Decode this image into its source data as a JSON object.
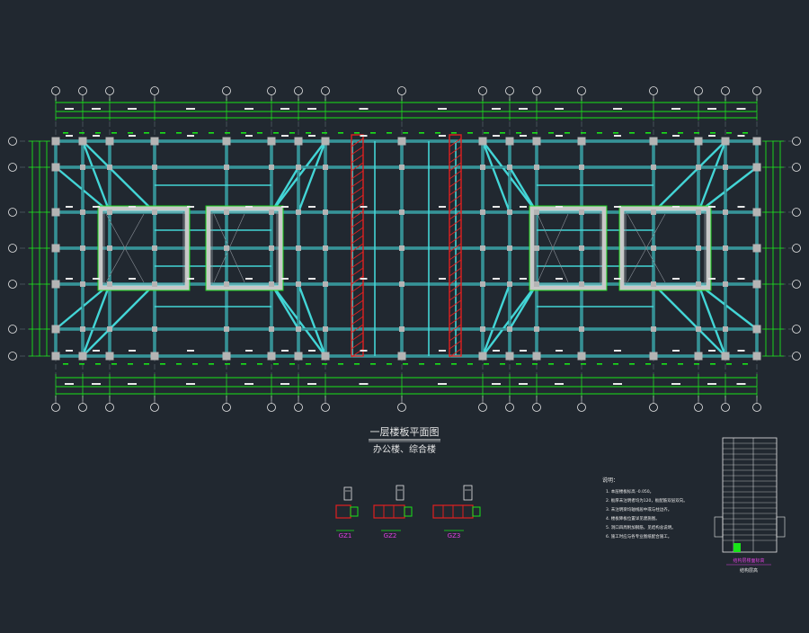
{
  "drawing": {
    "title": "一层楼板平面图",
    "subtitle": "办公楼、综合楼",
    "sections": [
      {
        "label": "GZ1"
      },
      {
        "label": "GZ2"
      },
      {
        "label": "GZ3"
      }
    ],
    "notes": {
      "heading": "说明：",
      "lines": [
        "1. 本层楼板标高 -0.050。",
        "2. 板厚未注明者均为120，板配筋双层双向。",
        "3. 未注明梁均轴线居中或与柱边齐。",
        "4. 楼板降板位置详见建施图。",
        "5. 洞口四周附加钢筋，见结构总说明。",
        "6. 施工时应与各专业图纸配合施工。"
      ]
    },
    "table": {
      "caption": "结构层楼面标高",
      "subcaption": "结构层高"
    },
    "colors": {
      "background": "#212830",
      "beam": "#43d5d6",
      "dimension": "#19e419",
      "wall": "#c8c8c8",
      "column": "#b4b4b4",
      "slot": "#e02020",
      "perimeter": "#f0e040",
      "text": "#e8e8e8",
      "label": "#e040e0"
    }
  }
}
